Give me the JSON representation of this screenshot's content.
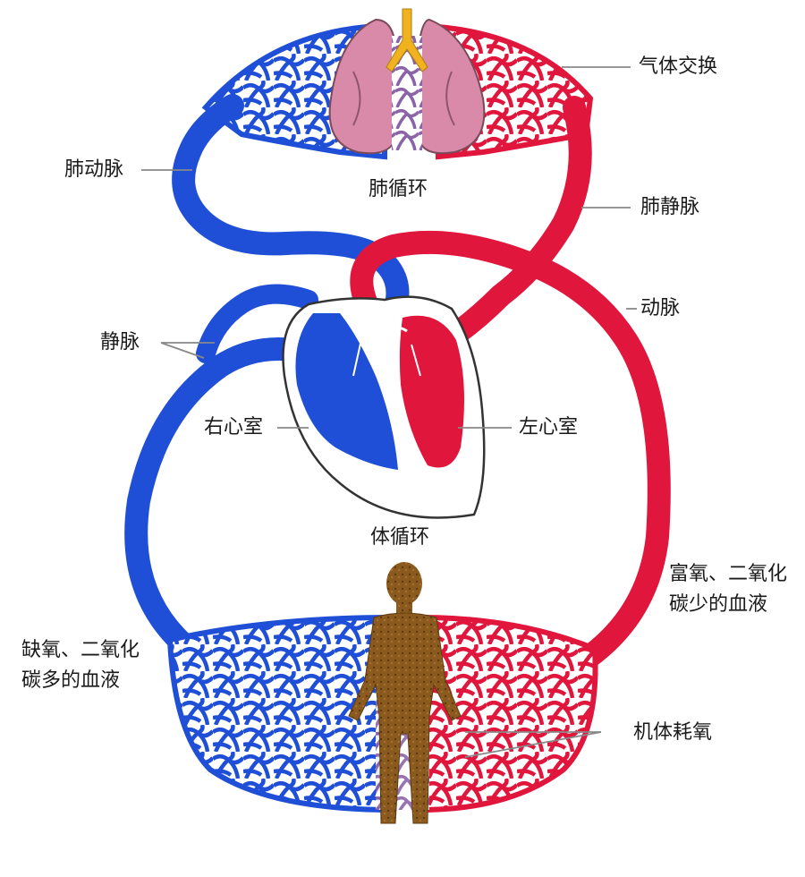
{
  "labels": {
    "gas_exchange": "气体交换",
    "pulmonary_artery": "肺动脉",
    "pulmonary_circulation": "肺循环",
    "pulmonary_vein": "肺静脉",
    "artery": "动脉",
    "vein": "静脉",
    "right_ventricle": "右心室",
    "left_ventricle": "左心室",
    "systemic_circulation": "体循环",
    "oxygen_rich_blood": "富氧、二氧化碳少的血液",
    "oxygen_poor_blood": "缺氧、二氧化碳多的血液",
    "tissue_oxygen_use": "机体耗氧"
  },
  "colors": {
    "oxygenated": "#e0163c",
    "deoxygenated": "#1f4fd6",
    "lung": "#d98aa8",
    "body": "#8a5a1e",
    "trachea": "#f1b21f",
    "leader_line": "#888888"
  },
  "icons": [
    "lungs-icon",
    "heart-icon",
    "human-body-icon"
  ]
}
